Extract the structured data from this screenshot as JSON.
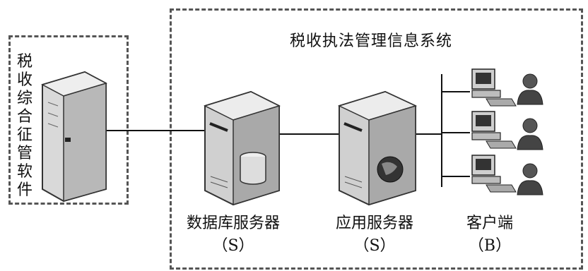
{
  "diagram": {
    "system_title": "税收执法管理信息系统",
    "left_system_label": "税收综合征管软件",
    "nodes": {
      "db_server": {
        "label": "数据库服务器",
        "sub": "（S）"
      },
      "app_server": {
        "label": "应用服务器",
        "sub": "（S）"
      },
      "client": {
        "label": "客户端",
        "sub": "（B）"
      }
    }
  }
}
